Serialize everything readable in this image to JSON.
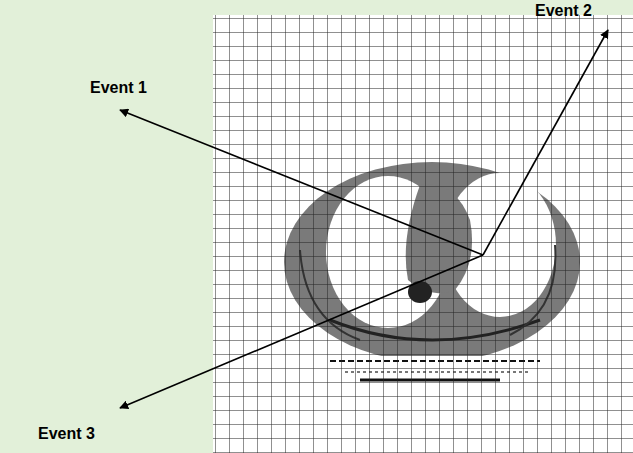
{
  "diagram": {
    "labels": [
      "Event 1",
      "Event 2",
      "Event 3"
    ]
  }
}
